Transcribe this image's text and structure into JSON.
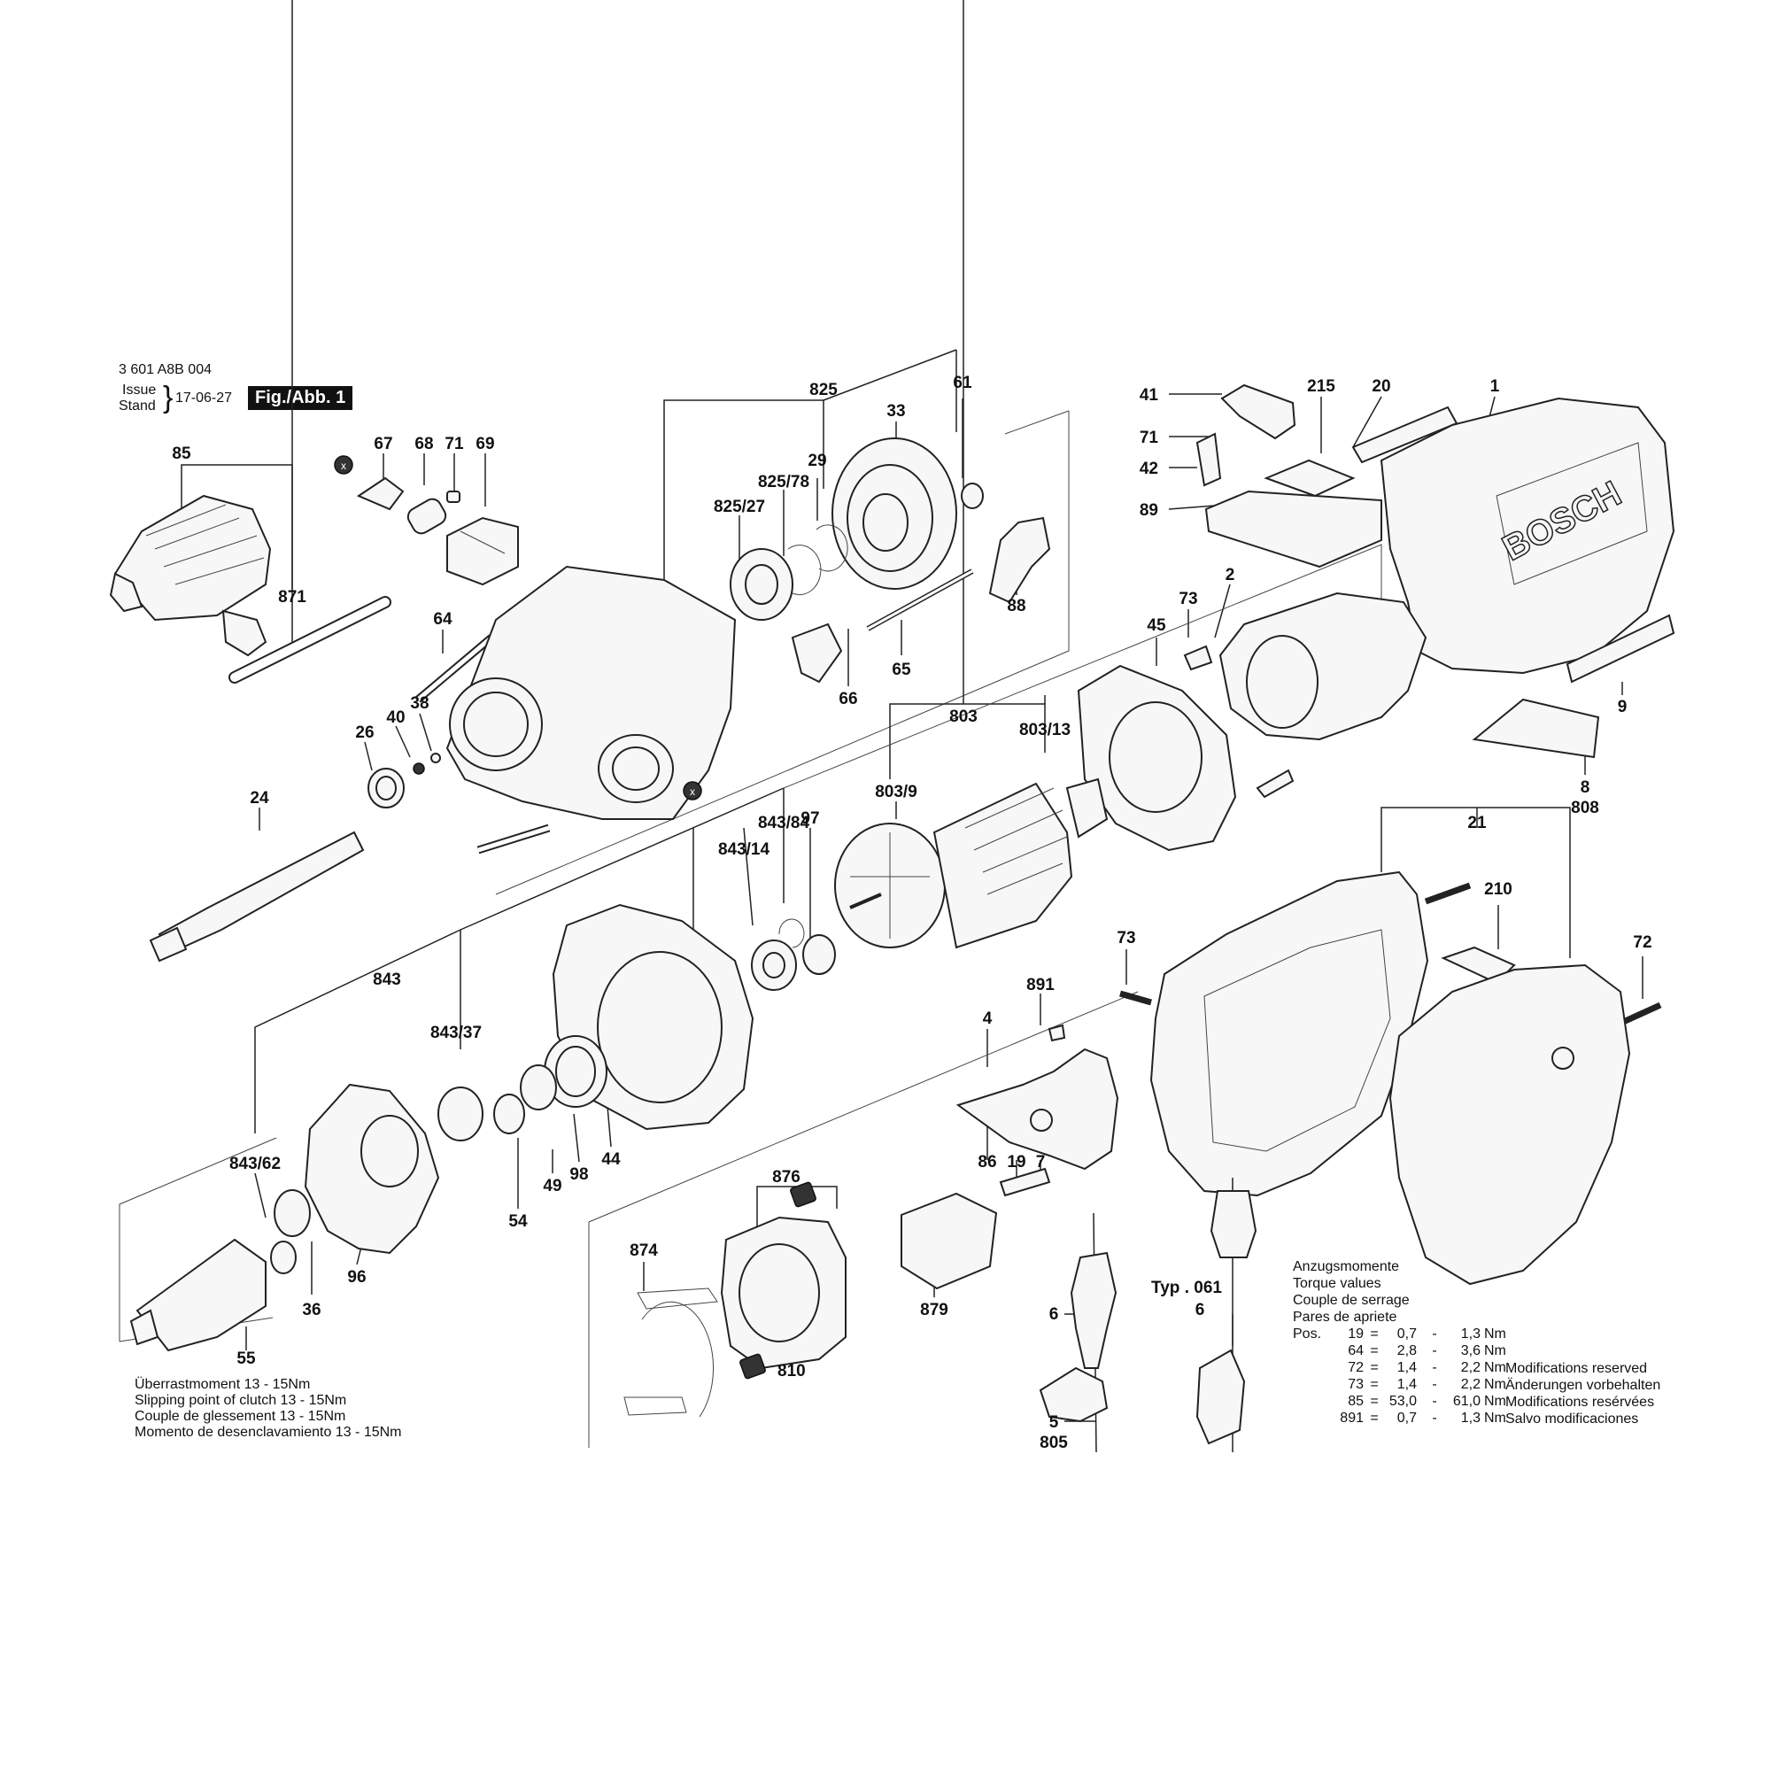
{
  "header": {
    "doc_number": "3 601 A8B 004",
    "issue_label": "Issue",
    "stand_label": "Stand",
    "date": "17-06-27",
    "figure_label": "Fig./Abb. 1"
  },
  "callouts": [
    {
      "id": "c-85",
      "label": "85"
    },
    {
      "id": "c-67",
      "label": "67"
    },
    {
      "id": "c-68",
      "label": "68"
    },
    {
      "id": "c-71a",
      "label": "71"
    },
    {
      "id": "c-69",
      "label": "69"
    },
    {
      "id": "c-871",
      "label": "871"
    },
    {
      "id": "c-64",
      "label": "64"
    },
    {
      "id": "c-40",
      "label": "40"
    },
    {
      "id": "c-38",
      "label": "38"
    },
    {
      "id": "c-26",
      "label": "26"
    },
    {
      "id": "c-24",
      "label": "24"
    },
    {
      "id": "c-825",
      "label": "825"
    },
    {
      "id": "c-33",
      "label": "33"
    },
    {
      "id": "c-61",
      "label": "61"
    },
    {
      "id": "c-825-78",
      "label": "825/78"
    },
    {
      "id": "c-825-27",
      "label": "825/27"
    },
    {
      "id": "c-29",
      "label": "29"
    },
    {
      "id": "c-88",
      "label": "88"
    },
    {
      "id": "c-65",
      "label": "65"
    },
    {
      "id": "c-66",
      "label": "66"
    },
    {
      "id": "c-41",
      "label": "41"
    },
    {
      "id": "c-71b",
      "label": "71"
    },
    {
      "id": "c-42",
      "label": "42"
    },
    {
      "id": "c-89",
      "label": "89"
    },
    {
      "id": "c-215",
      "label": "215"
    },
    {
      "id": "c-20",
      "label": "20"
    },
    {
      "id": "c-1",
      "label": "1"
    },
    {
      "id": "c-73a",
      "label": "73"
    },
    {
      "id": "c-2",
      "label": "2"
    },
    {
      "id": "c-45",
      "label": "45"
    },
    {
      "id": "c-9",
      "label": "9"
    },
    {
      "id": "c-8",
      "label": "8"
    },
    {
      "id": "c-808",
      "label": "808"
    },
    {
      "id": "c-803",
      "label": "803"
    },
    {
      "id": "c-803-13",
      "label": "803/13"
    },
    {
      "id": "c-803-9",
      "label": "803/9"
    },
    {
      "id": "c-843-84",
      "label": "843/84"
    },
    {
      "id": "c-97",
      "label": "97"
    },
    {
      "id": "c-843-14",
      "label": "843/14"
    },
    {
      "id": "c-843",
      "label": "843"
    },
    {
      "id": "c-843-37",
      "label": "843/37"
    },
    {
      "id": "c-843-62",
      "label": "843/62"
    },
    {
      "id": "c-54",
      "label": "54"
    },
    {
      "id": "c-49",
      "label": "49"
    },
    {
      "id": "c-98",
      "label": "98"
    },
    {
      "id": "c-44",
      "label": "44"
    },
    {
      "id": "c-96",
      "label": "96"
    },
    {
      "id": "c-36",
      "label": "36"
    },
    {
      "id": "c-55",
      "label": "55"
    },
    {
      "id": "c-21",
      "label": "21"
    },
    {
      "id": "c-210",
      "label": "210"
    },
    {
      "id": "c-72",
      "label": "72"
    },
    {
      "id": "c-73b",
      "label": "73"
    },
    {
      "id": "c-891",
      "label": "891"
    },
    {
      "id": "c-4",
      "label": "4"
    },
    {
      "id": "c-876",
      "label": "876"
    },
    {
      "id": "c-86",
      "label": "86"
    },
    {
      "id": "c-19",
      "label": "19"
    },
    {
      "id": "c-7",
      "label": "7"
    },
    {
      "id": "c-874",
      "label": "874"
    },
    {
      "id": "c-879",
      "label": "879"
    },
    {
      "id": "c-810",
      "label": "810"
    },
    {
      "id": "c-6a",
      "label": "6"
    },
    {
      "id": "c-5",
      "label": "5"
    },
    {
      "id": "c-805",
      "label": "805"
    },
    {
      "id": "c-typ",
      "label": "Typ . 061"
    },
    {
      "id": "c-6b",
      "label": "6"
    }
  ],
  "slip_note": [
    "Überrastmoment 13 - 15Nm",
    "Slipping point of clutch 13 - 15Nm",
    "Couple de glessement 13 - 15Nm",
    "Momento de desenclavamiento 13 - 15Nm"
  ],
  "torque": {
    "titles": [
      "Anzugsmomente",
      "Torque values",
      "Couple de serrage",
      "Pares de apriete"
    ],
    "pos_label": "Pos.",
    "rows": [
      {
        "pos": "19",
        "min": "0,7",
        "max": "1,3",
        "unit": "Nm"
      },
      {
        "pos": "64",
        "min": "2,8",
        "max": "3,6",
        "unit": "Nm"
      },
      {
        "pos": "72",
        "min": "1,4",
        "max": "2,2",
        "unit": "Nm"
      },
      {
        "pos": "73",
        "min": "1,4",
        "max": "2,2",
        "unit": "Nm"
      },
      {
        "pos": "85",
        "min": "53,0",
        "max": "61,0",
        "unit": "Nm"
      },
      {
        "pos": "891",
        "min": "0,7",
        "max": "1,3",
        "unit": "Nm"
      }
    ]
  },
  "modifications": [
    "Modifications reserved",
    "Änderungen vorbehalten",
    "Modifications resérvées",
    "Salvo modificaciones"
  ],
  "brand_mark": "BOSCH"
}
